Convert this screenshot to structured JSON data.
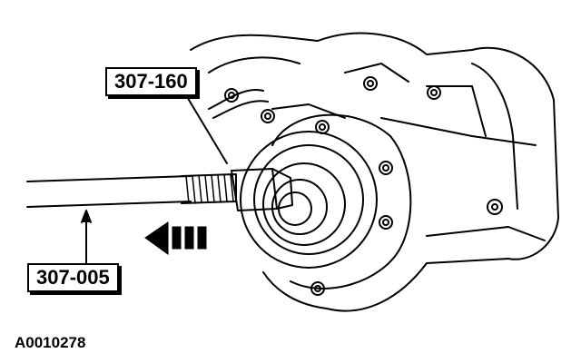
{
  "labels": {
    "tool_upper": "307-160",
    "tool_lower": "307-005"
  },
  "figure_id": "A0010278"
}
